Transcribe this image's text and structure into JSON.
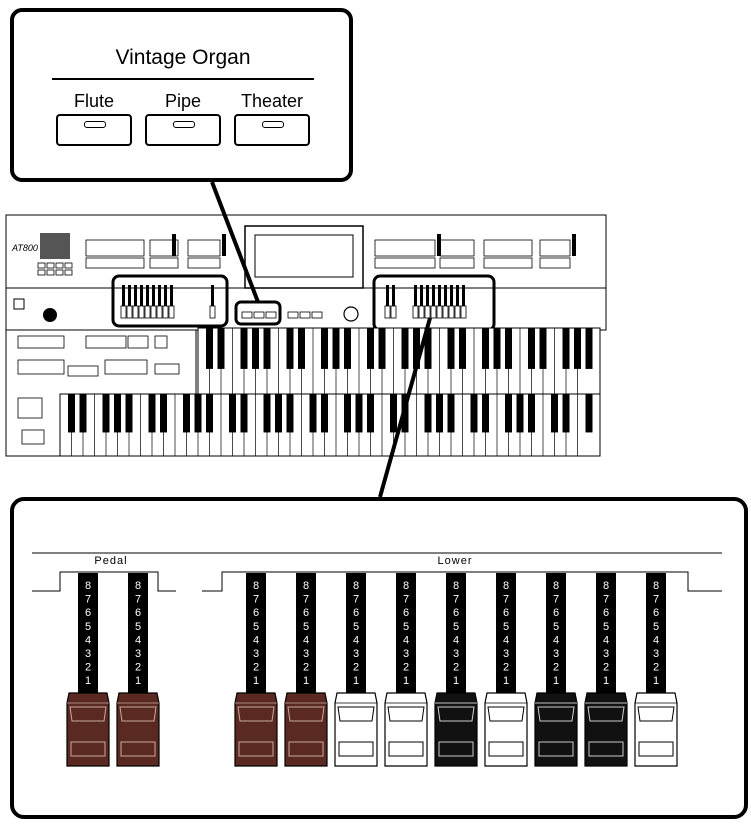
{
  "vintage_panel": {
    "title": "Vintage Organ",
    "buttons": [
      {
        "label": "Flute"
      },
      {
        "label": "Pipe"
      },
      {
        "label": "Theater"
      }
    ]
  },
  "organ": {
    "model": "AT800"
  },
  "drawbar_panel": {
    "pedal_label": "Pedal",
    "lower_label": "Lower",
    "footage_numbers": [
      "8",
      "7",
      "6",
      "5",
      "4",
      "3",
      "2",
      "1"
    ],
    "pedal_drawbars": [
      {
        "color": "brown"
      },
      {
        "color": "brown"
      }
    ],
    "lower_drawbars": [
      {
        "color": "brown"
      },
      {
        "color": "brown"
      },
      {
        "color": "white"
      },
      {
        "color": "white"
      },
      {
        "color": "black"
      },
      {
        "color": "white"
      },
      {
        "color": "black"
      },
      {
        "color": "black"
      },
      {
        "color": "white"
      }
    ],
    "colors": {
      "brown": "#5a2a22",
      "white": "#ffffff",
      "black": "#111111"
    }
  }
}
